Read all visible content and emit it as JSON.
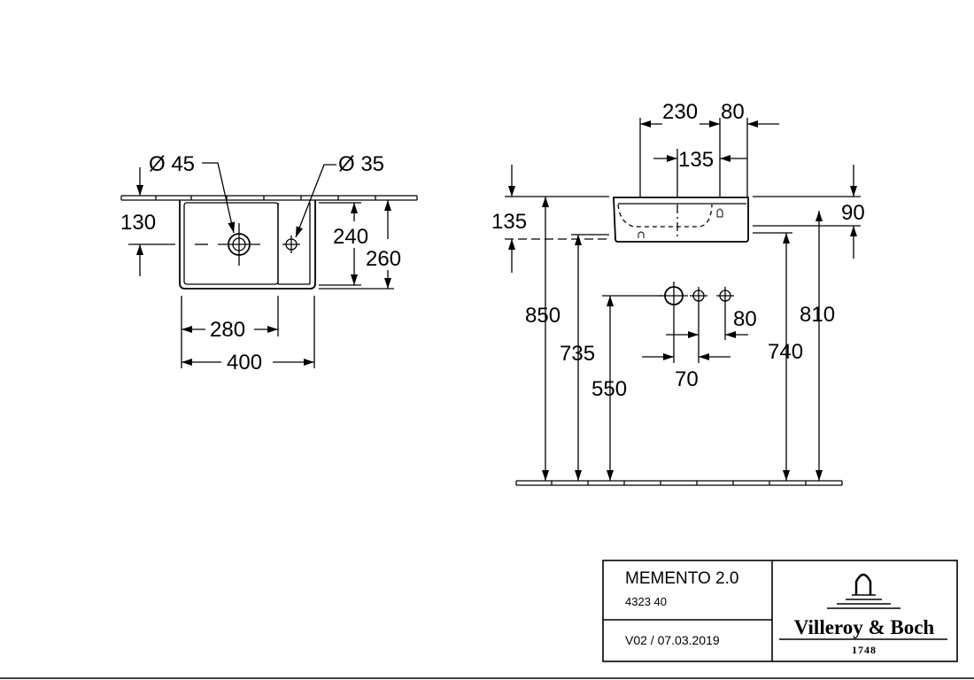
{
  "top_view": {
    "tap_hole_diameter": "Ø 45",
    "overflow_diameter": "Ø 35",
    "dim_130": "130",
    "dim_240": "240",
    "dim_260": "260",
    "dim_280": "280",
    "dim_400": "400"
  },
  "front_view": {
    "dim_230": "230",
    "dim_80_top": "80",
    "dim_135_top": "135",
    "dim_135_left": "135",
    "dim_90": "90",
    "dim_850": "850",
    "dim_735": "735",
    "dim_550": "550",
    "dim_70": "70",
    "dim_80_mid": "80",
    "dim_740": "740",
    "dim_810": "810"
  },
  "title_block": {
    "product_name": "MEMENTO 2.0",
    "article_number": "4323 40",
    "version": "V02 / 07.03.2019",
    "brand_name": "Villeroy & Boch",
    "brand_year": "1748"
  },
  "colors": {
    "line": "#000000",
    "background": "#ffffff"
  }
}
